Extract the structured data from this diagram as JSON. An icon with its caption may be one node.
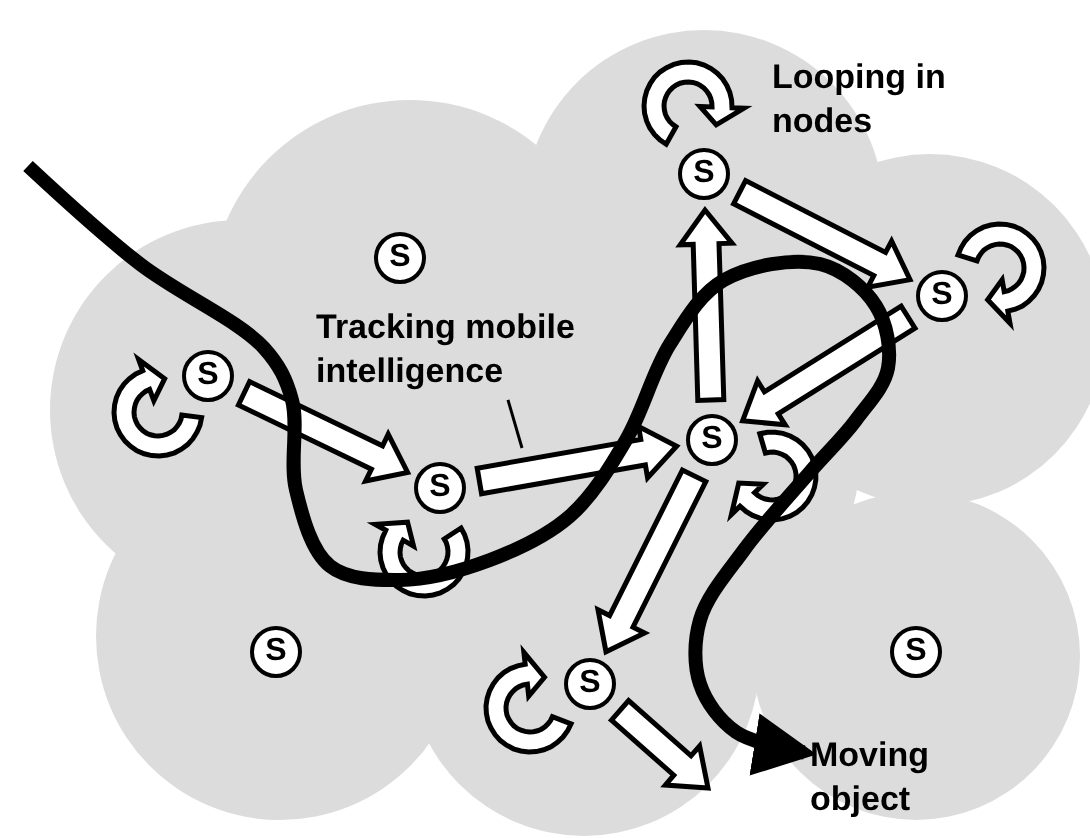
{
  "diagram": {
    "nodes": [
      {
        "text": [
          "S"
        ]
      },
      {
        "text": [
          "S"
        ]
      },
      {
        "text": [
          "S"
        ]
      },
      {
        "text": [
          "Tracking mobile intelligence"
        ]
      },
      {
        "text": [
          "S"
        ]
      },
      {
        "text": [
          "S"
        ]
      },
      {
        "text": [
          "S"
        ]
      },
      {
        "text": [
          "S"
        ]
      },
      {
        "text": [
          "S"
        ]
      },
      {
        "text": [
          "S"
        ]
      },
      {
        "text": [
          "Moving object"
        ]
      }
    ],
    "edges": [
      {
        "from": 4,
        "to": 6,
        "arrow": "to"
      },
      {
        "from": 6,
        "to": 5,
        "arrow": "to"
      },
      {
        "from": 5,
        "to": 0,
        "arrow": "to"
      },
      {
        "from": 0,
        "to": 2,
        "arrow": "to"
      },
      {
        "from": 2,
        "to": 5,
        "arrow": "to"
      },
      {
        "from": 5,
        "to": 9,
        "arrow": "to"
      },
      {
        "from": 9,
        "to": null,
        "arrow": "to"
      },
      {
        "from": 3,
        "to": null,
        "arrow": "none"
      },
      {
        "from": null,
        "to": 10,
        "arrow": "to",
        "style": "thick",
        "color": "#000000"
      }
    ],
    "labels": [
      "Looping in nodes"
    ]
  }
}
